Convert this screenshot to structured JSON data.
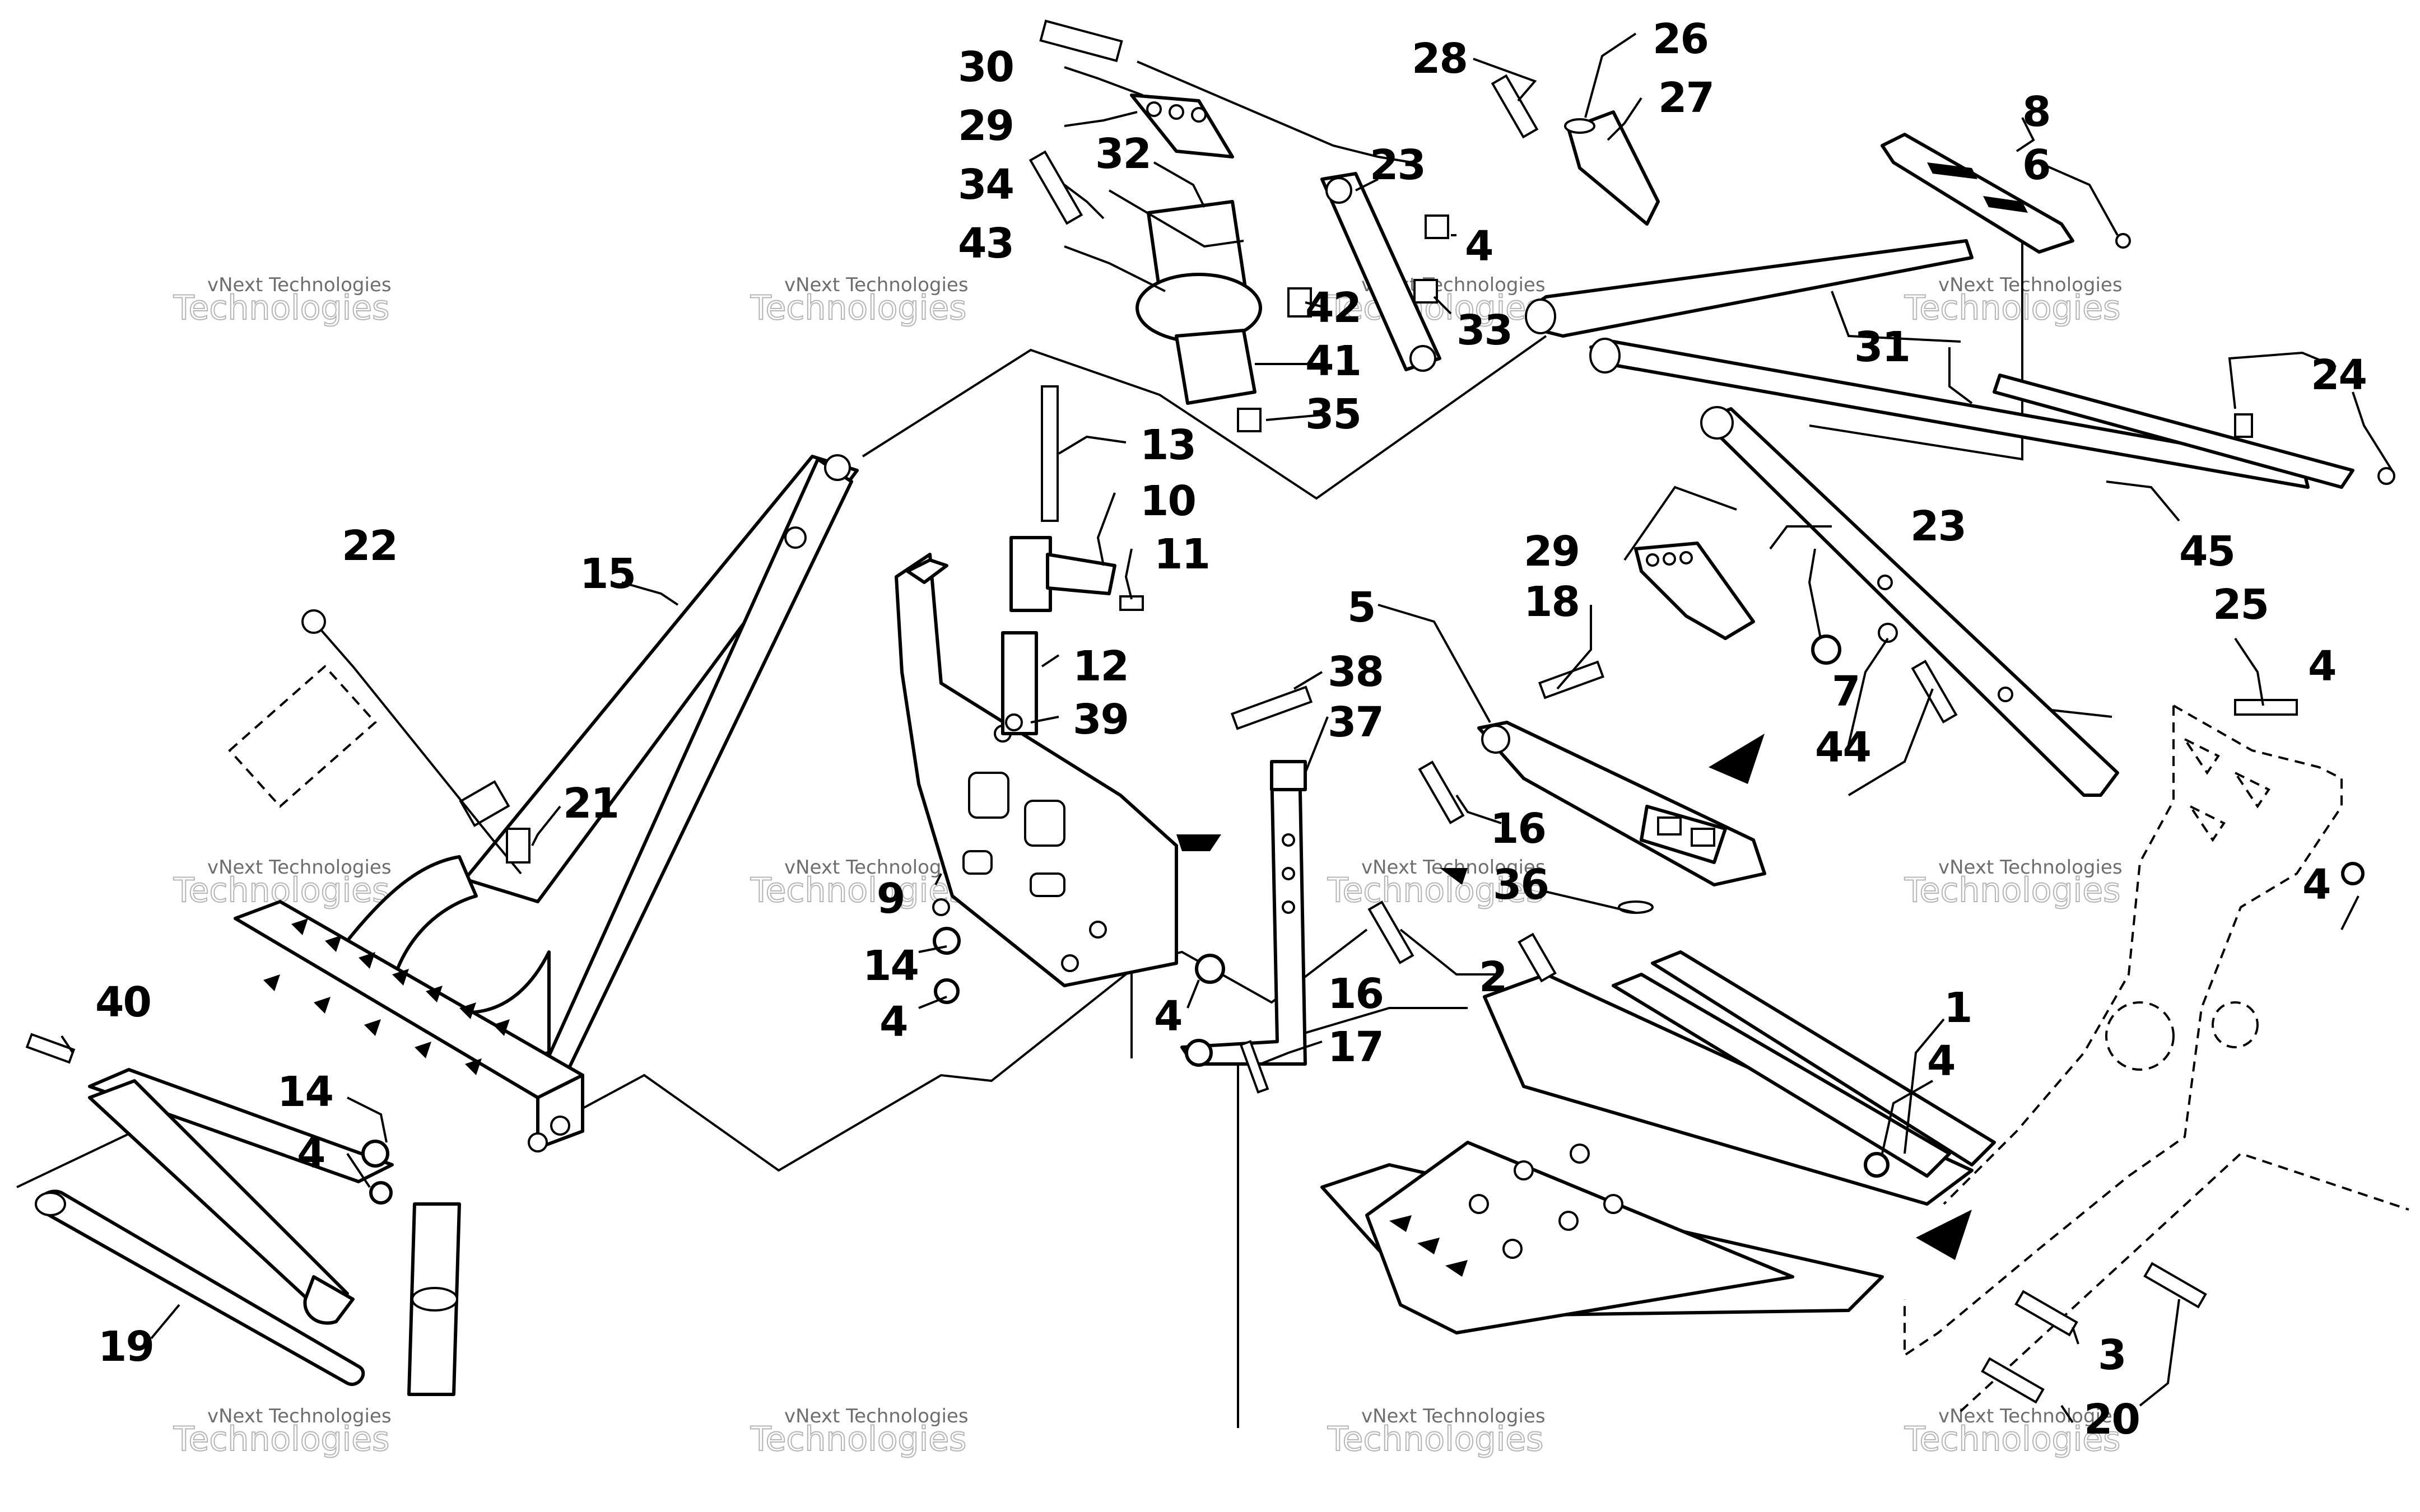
{
  "diagram": {
    "callouts": [
      "30",
      "29",
      "34",
      "32",
      "43",
      "23",
      "26",
      "28",
      "27",
      "8",
      "6",
      "4",
      "42",
      "33",
      "41",
      "35",
      "31",
      "24",
      "13",
      "10",
      "11",
      "12",
      "39",
      "38",
      "37",
      "5",
      "18",
      "29",
      "7",
      "44",
      "23",
      "25",
      "45",
      "22",
      "15",
      "21",
      "9",
      "14",
      "4",
      "16",
      "36",
      "2",
      "1",
      "16",
      "17",
      "4",
      "40",
      "14",
      "4",
      "19",
      "3",
      "20"
    ],
    "watermark": {
      "line1": "vNext Technologies",
      "line2": "Technologies"
    }
  }
}
